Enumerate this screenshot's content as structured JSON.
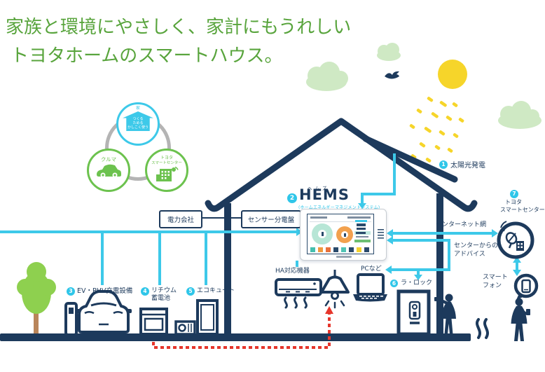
{
  "headline": {
    "line1": "家族と環境にやさしく、家計にもうれしい",
    "line2": "トヨタホームのスマートハウス。"
  },
  "concept": {
    "house": {
      "caption": "家",
      "lines": [
        "つくる",
        "ためる",
        "かしこく使う"
      ]
    },
    "car": {
      "label": "クルマ"
    },
    "center": {
      "line1": "トヨタ",
      "line2": "スマートセンター"
    }
  },
  "hems": {
    "num": "2",
    "ruby": "ヘムズ",
    "title": "HEMS",
    "subtitle": "(ホームエネルギーマネジメントシステム)"
  },
  "numbered": {
    "solar": {
      "num": "1",
      "label": "太陽光発電"
    },
    "ev": {
      "num": "3",
      "label": "EV・PHV充電設備"
    },
    "battery": {
      "num": "4",
      "line1": "リチウム",
      "line2": "蓄電池"
    },
    "ecocute": {
      "num": "5",
      "label": "エコキュート"
    },
    "lalock": {
      "num": "6",
      "label": "ラ・ロック"
    },
    "smartcenter": {
      "num": "7",
      "line1": "トヨタ",
      "line2": "スマートセンター"
    }
  },
  "labels": {
    "power_company": "電力会社",
    "sensor_board": "センサー分電盤",
    "ha_devices": "HA対応機器",
    "pc": "PCなど",
    "internet": "インターネット網",
    "advice_line1": "センターからの",
    "advice_line2": "アドバイス",
    "smartphone_line1": "スマート",
    "smartphone_line2": "フォン"
  },
  "colors": {
    "navy": "#1d3a5c",
    "cyan": "#3dc9e9",
    "green": "#6cc24e",
    "headline_green": "#58a43c",
    "sun_yellow": "#f6d52a",
    "cloud_green": "#cfe9c4",
    "red": "#e6362c"
  }
}
